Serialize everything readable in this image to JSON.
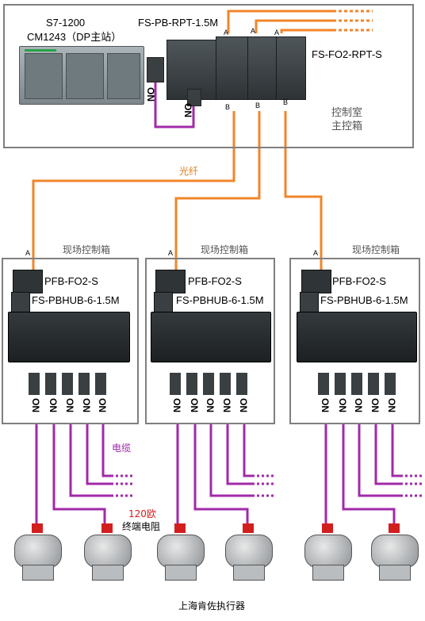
{
  "control_room": {
    "plc_model": "S7-1200",
    "plc_module": "CM1243（DP主站）",
    "repeater_label": "FS-PB-RPT-1.5M",
    "fiber_module_label": "FS-FO2-RPT-S",
    "room_label_1": "控制室",
    "room_label_2": "主控箱",
    "port_a": "A",
    "port_b": "B",
    "on_label": "ON"
  },
  "fiber_label": "光纤",
  "cable_label": "电缆",
  "terminator_label_1": "120欧",
  "terminator_label_2": "终端电阻",
  "field_boxes": [
    {
      "title": "现场控制箱",
      "converter": "PFB-FO2-S",
      "hub": "FS-PBHUB-6-1.5M",
      "port": "A",
      "on_labels": [
        "ON",
        "ON",
        "ON",
        "ON",
        "ON"
      ]
    },
    {
      "title": "现场控制箱",
      "converter": "PFB-FO2-S",
      "hub": "FS-PBHUB-6-1.5M",
      "port": "A",
      "on_labels": [
        "ON",
        "ON",
        "ON",
        "ON",
        "ON"
      ]
    },
    {
      "title": "现场控制箱",
      "converter": "PFB-FO2-S",
      "hub": "FS-PBHUB-6-1.5M",
      "port": "A",
      "on_labels": [
        "ON",
        "ON",
        "ON",
        "ON",
        "ON"
      ]
    }
  ],
  "actuator_caption": "上海肯佐执行器",
  "colors": {
    "fiber": "#f0862a",
    "cable": "#a12aa8",
    "box_border": "#7f7f7f",
    "accent_red": "#d21e1e"
  }
}
